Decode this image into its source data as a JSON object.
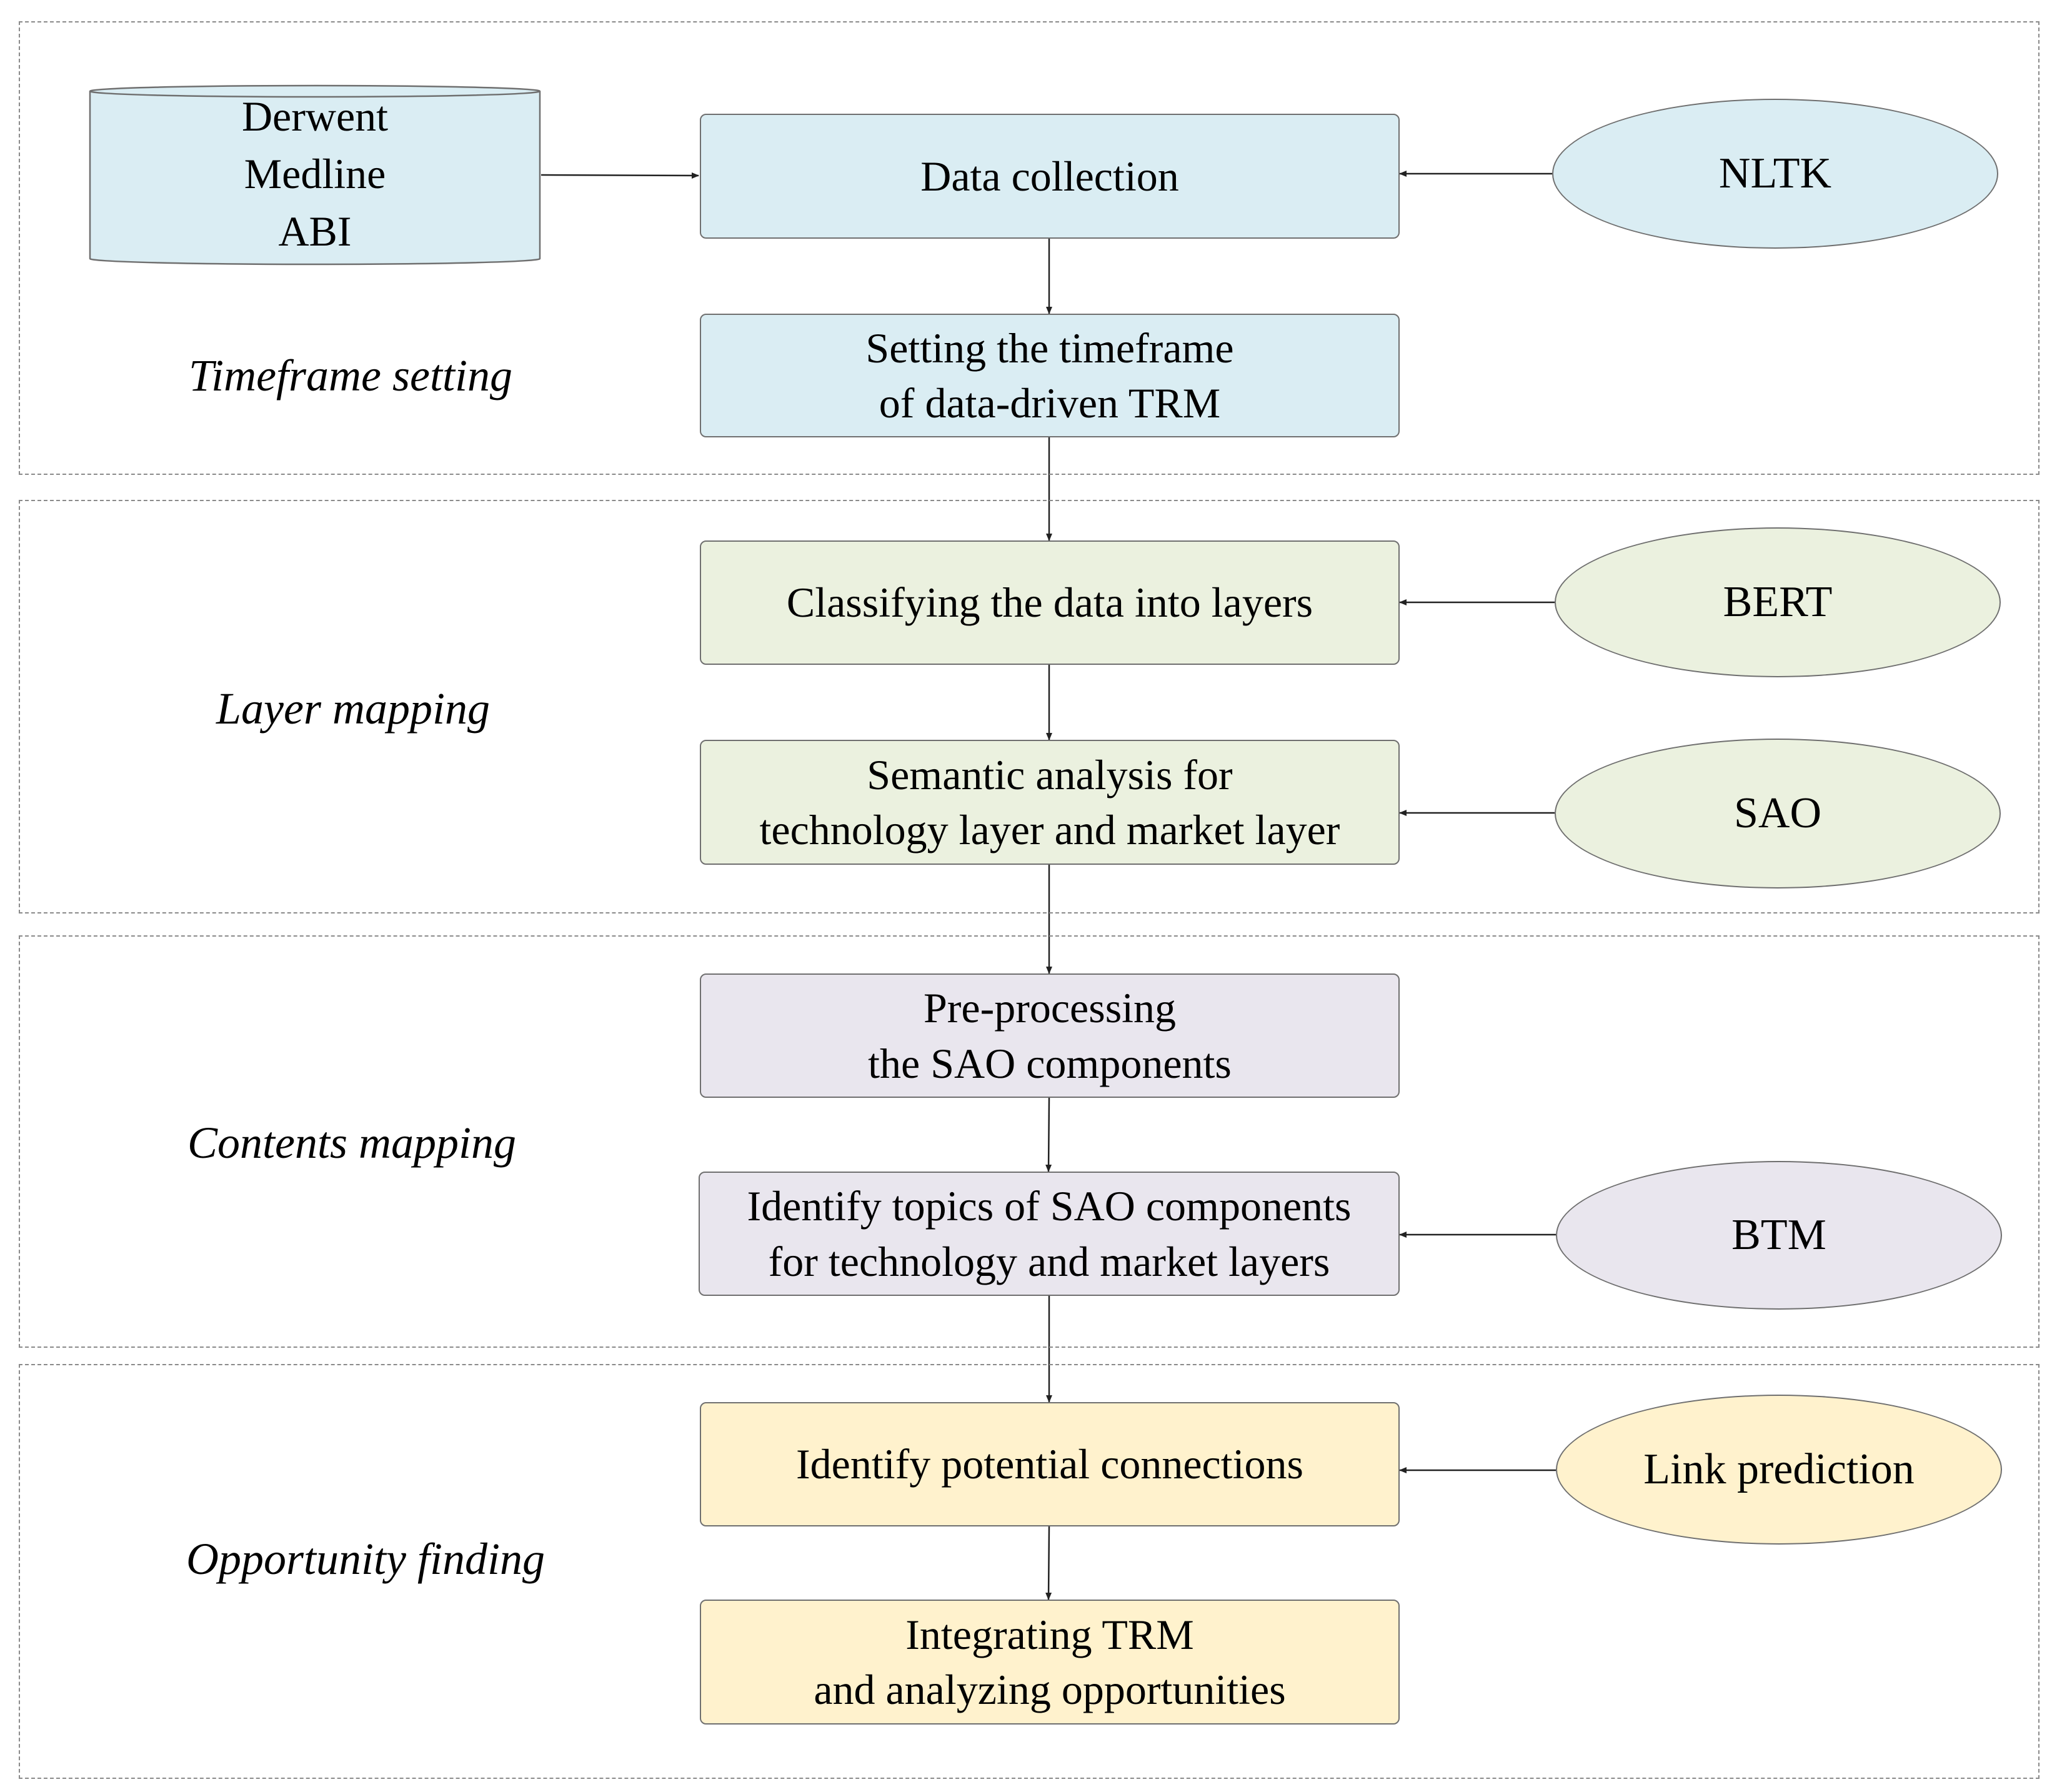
{
  "colors": {
    "stage1": "#daedf3",
    "stage2": "#ebf1df",
    "stage3": "#e9e6ee",
    "stage4": "#fff2cd",
    "border": "#6f6f6f",
    "section_border": "#8a8a8a"
  },
  "stages": [
    {
      "label": "Timeframe setting",
      "steps": [
        {
          "lines": [
            "Data collection"
          ]
        },
        {
          "lines": [
            "Setting the timeframe",
            "of  data-driven TRM"
          ]
        }
      ]
    },
    {
      "label": "Layer mapping",
      "steps": [
        {
          "lines": [
            "Classifying the data into layers"
          ]
        },
        {
          "lines": [
            "Semantic analysis for",
            "technology layer and market layer"
          ]
        }
      ]
    },
    {
      "label": "Contents mapping",
      "steps": [
        {
          "lines": [
            "Pre-processing",
            "the SAO components"
          ]
        },
        {
          "lines": [
            "Identify topics of SAO components",
            "for technology and market layers"
          ]
        }
      ]
    },
    {
      "label": "Opportunity finding",
      "steps": [
        {
          "lines": [
            "Identify potential connections"
          ]
        },
        {
          "lines": [
            "Integrating TRM",
            "and analyzing opportunities"
          ]
        }
      ]
    }
  ],
  "database": {
    "sources": [
      "Derwent",
      "Medline",
      "ABI"
    ]
  },
  "tools": [
    "NLTK",
    "BERT",
    "SAO",
    "BTM",
    "Link prediction"
  ]
}
